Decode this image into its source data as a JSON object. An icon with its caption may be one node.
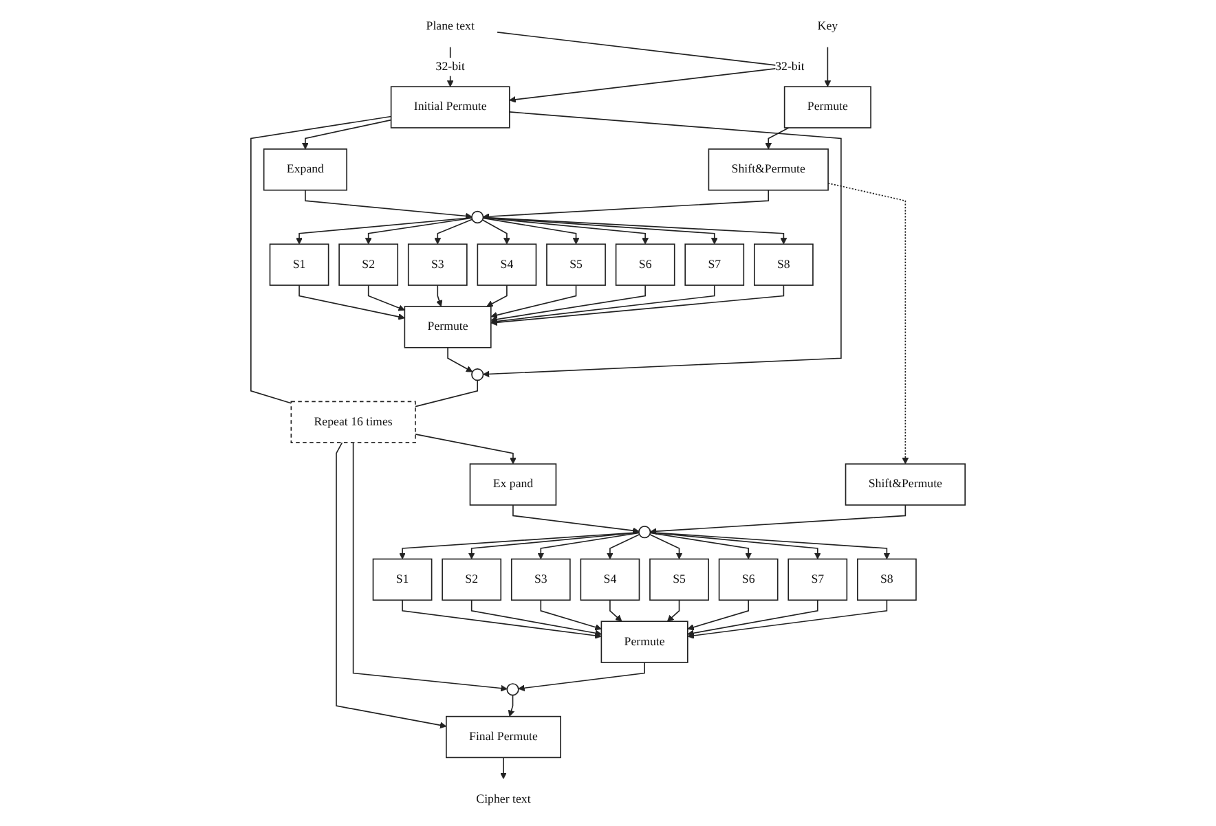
{
  "diagram": {
    "nodes": [
      {
        "text": [
          "Plane text"
        ]
      },
      {
        "text": [
          "Initial Permute"
        ]
      },
      {
        "text": [
          "Expand"
        ]
      },
      {
        "text": [],
        "shape": "circle"
      },
      {
        "text": [
          "S1"
        ]
      },
      {
        "text": [
          "S2"
        ]
      },
      {
        "text": [
          "S3"
        ]
      },
      {
        "text": [
          "S4"
        ]
      },
      {
        "text": [
          "S5"
        ]
      },
      {
        "text": [
          "S6"
        ]
      },
      {
        "text": [
          "S7"
        ]
      },
      {
        "text": [
          "S8"
        ]
      },
      {
        "text": [
          "Permute"
        ]
      },
      {
        "text": [],
        "shape": "circle"
      },
      {
        "text": [
          "Repeat 16 times"
        ]
      },
      {
        "text": [
          "Ex pand"
        ]
      },
      {
        "text": [],
        "shape": "circle"
      },
      {
        "text": [
          "S1"
        ]
      },
      {
        "text": [
          "S2"
        ]
      },
      {
        "text": [
          "S3"
        ]
      },
      {
        "text": [
          "S4"
        ]
      },
      {
        "text": [
          "S5"
        ]
      },
      {
        "text": [
          "S6"
        ]
      },
      {
        "text": [
          "S7"
        ]
      },
      {
        "text": [
          "S8"
        ]
      },
      {
        "text": [
          "Permute"
        ]
      },
      {
        "text": [],
        "shape": "circle"
      },
      {
        "text": [
          "Final Permute"
        ]
      },
      {
        "text": [
          "Cipher text"
        ]
      },
      {
        "text": [
          "Key"
        ]
      },
      {
        "text": [
          "Permute"
        ]
      },
      {
        "text": [
          "Shift&Permute"
        ]
      },
      {
        "text": [
          "Shift&Permute"
        ]
      }
    ],
    "edges": [
      {
        "from": 0,
        "to": 1,
        "arrow": "to",
        "label": "32-bit"
      },
      {
        "from": 0,
        "to": 1,
        "arrow": "to",
        "label": "32-bit"
      },
      {
        "from": 1,
        "to": 2,
        "arrow": "to"
      },
      {
        "from": 2,
        "to": 3,
        "arrow": "to"
      },
      {
        "from": 31,
        "to": 3,
        "arrow": "to"
      },
      {
        "from": 3,
        "to": 4,
        "arrow": "to"
      },
      {
        "from": 3,
        "to": 5,
        "arrow": "to"
      },
      {
        "from": 3,
        "to": 6,
        "arrow": "to"
      },
      {
        "from": 3,
        "to": 7,
        "arrow": "to"
      },
      {
        "from": 3,
        "to": 8,
        "arrow": "to"
      },
      {
        "from": 3,
        "to": 9,
        "arrow": "to"
      },
      {
        "from": 3,
        "to": 10,
        "arrow": "to"
      },
      {
        "from": 3,
        "to": 11,
        "arrow": "to"
      },
      {
        "from": 4,
        "to": 12,
        "arrow": "to"
      },
      {
        "from": 5,
        "to": 12,
        "arrow": "to"
      },
      {
        "from": 6,
        "to": 12,
        "arrow": "to"
      },
      {
        "from": 7,
        "to": 12,
        "arrow": "to"
      },
      {
        "from": 8,
        "to": 12,
        "arrow": "to"
      },
      {
        "from": 9,
        "to": 12,
        "arrow": "to"
      },
      {
        "from": 10,
        "to": 12,
        "arrow": "to"
      },
      {
        "from": 11,
        "to": 12,
        "arrow": "to"
      },
      {
        "from": 12,
        "to": 13,
        "arrow": "to"
      },
      {
        "from": 1,
        "to": 13,
        "arrow": "to"
      },
      {
        "from": 1,
        "to": 14,
        "arrow": "none"
      },
      {
        "from": 13,
        "to": 14,
        "arrow": "none"
      },
      {
        "from": 14,
        "to": 15,
        "arrow": "to"
      },
      {
        "from": 14,
        "to": 26,
        "arrow": "to"
      },
      {
        "from": 15,
        "to": 16,
        "arrow": "to"
      },
      {
        "from": 32,
        "to": 16,
        "arrow": "to"
      },
      {
        "from": 16,
        "to": 17,
        "arrow": "to"
      },
      {
        "from": 16,
        "to": 18,
        "arrow": "to"
      },
      {
        "from": 16,
        "to": 19,
        "arrow": "to"
      },
      {
        "from": 16,
        "to": 20,
        "arrow": "to"
      },
      {
        "from": 16,
        "to": 21,
        "arrow": "to"
      },
      {
        "from": 16,
        "to": 22,
        "arrow": "to"
      },
      {
        "from": 16,
        "to": 23,
        "arrow": "to"
      },
      {
        "from": 16,
        "to": 24,
        "arrow": "to"
      },
      {
        "from": 17,
        "to": 25,
        "arrow": "to"
      },
      {
        "from": 18,
        "to": 25,
        "arrow": "to"
      },
      {
        "from": 19,
        "to": 25,
        "arrow": "to"
      },
      {
        "from": 20,
        "to": 25,
        "arrow": "to"
      },
      {
        "from": 21,
        "to": 25,
        "arrow": "to"
      },
      {
        "from": 22,
        "to": 25,
        "arrow": "to"
      },
      {
        "from": 23,
        "to": 25,
        "arrow": "to"
      },
      {
        "from": 24,
        "to": 25,
        "arrow": "to"
      },
      {
        "from": 25,
        "to": 26,
        "arrow": "to"
      },
      {
        "from": 14,
        "to": 27,
        "arrow": "to"
      },
      {
        "from": 26,
        "to": 27,
        "arrow": "to"
      },
      {
        "from": 27,
        "to": 28,
        "arrow": "to"
      },
      {
        "from": 29,
        "to": 30,
        "arrow": "to"
      },
      {
        "from": 30,
        "to": 31,
        "arrow": "to"
      },
      {
        "from": 31,
        "to": 32,
        "arrow": "to",
        "style": "dashed"
      }
    ]
  }
}
